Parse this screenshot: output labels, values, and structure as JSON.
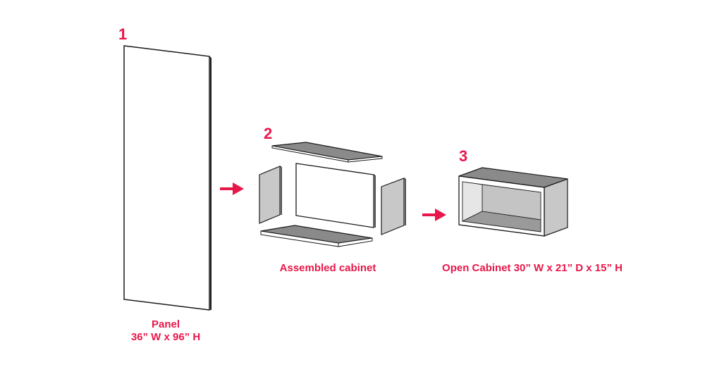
{
  "steps": [
    {
      "number": "1",
      "caption_lines": [
        "Panel",
        "36” W x 96” H"
      ]
    },
    {
      "number": "2",
      "caption_lines": [
        "Assembled cabinet"
      ]
    },
    {
      "number": "3",
      "caption_lines": [
        "Open Cabinet 30” W x 21” D  x 15” H"
      ]
    }
  ],
  "colors": {
    "accent": "#e8174a",
    "outline": "#1a1a1a",
    "panel_fill": "#ffffff",
    "shelf_top": "#8a8a8a",
    "side_panel": "#c8c8c8",
    "cabinet_inner": "#b8b8b8"
  }
}
